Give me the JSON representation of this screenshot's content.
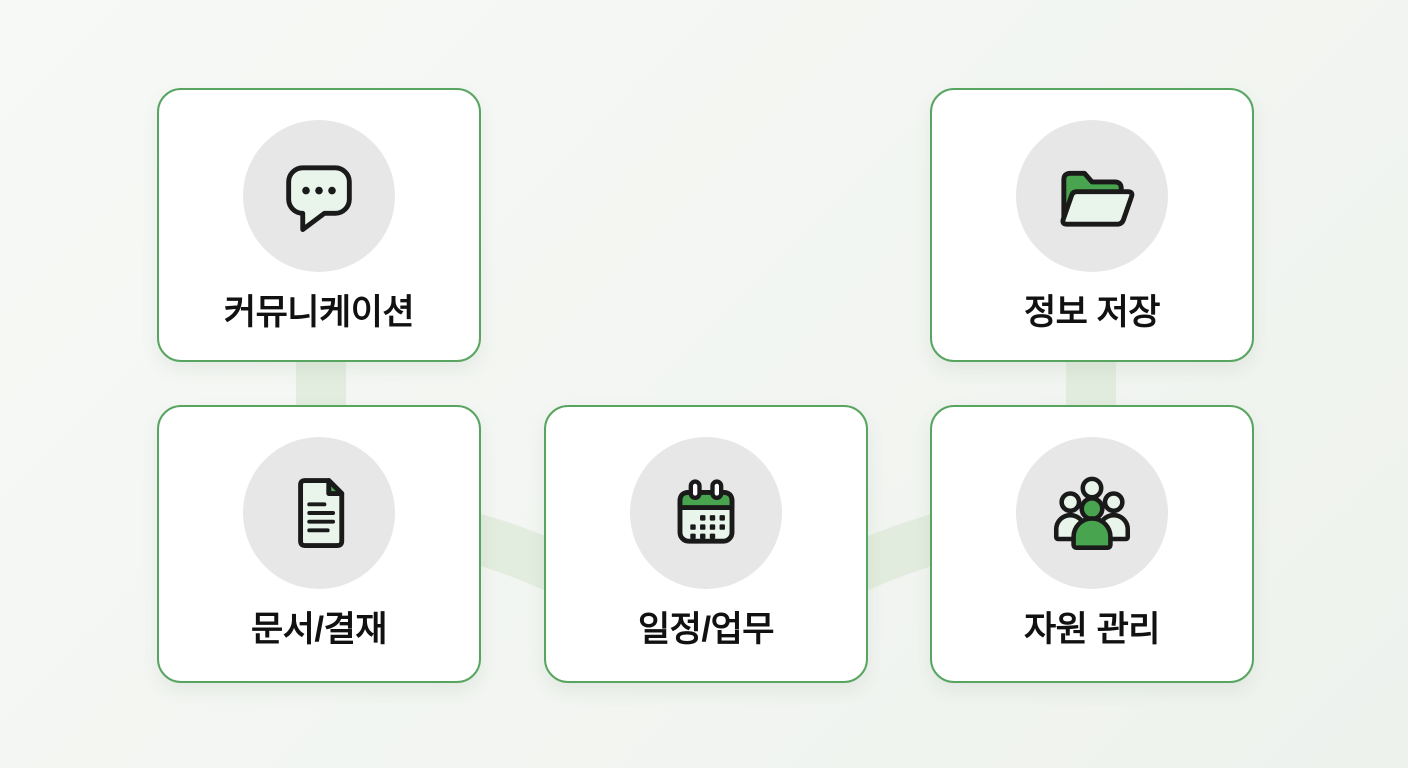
{
  "diagram": {
    "title": "groupware-features-diagram",
    "cards": [
      {
        "id": "communication",
        "label": "커뮤니케이션",
        "icon": "chat-bubble-icon",
        "position": "top-left"
      },
      {
        "id": "info-storage",
        "label": "정보 저장",
        "icon": "open-folder-icon",
        "position": "top-right"
      },
      {
        "id": "document-approval",
        "label": "문서/결재",
        "icon": "document-icon",
        "position": "bottom-left"
      },
      {
        "id": "schedule-tasks",
        "label": "일정/업무",
        "icon": "calendar-icon",
        "position": "bottom-middle"
      },
      {
        "id": "resource-management",
        "label": "자원 관리",
        "icon": "people-group-icon",
        "position": "bottom-right"
      }
    ],
    "connections": [
      {
        "from": "communication",
        "to": "document-approval"
      },
      {
        "from": "document-approval",
        "to": "schedule-tasks"
      },
      {
        "from": "schedule-tasks",
        "to": "resource-management"
      },
      {
        "from": "resource-management",
        "to": "info-storage"
      }
    ]
  },
  "colors": {
    "bg_top": "#f7f9f6",
    "bg_bottom": "#eef2ed",
    "card_bg": "#ffffff",
    "card_border": "#58a562",
    "icon_circle_bg": "#e6e7e6",
    "icon_light_fill": "#e9f4ea",
    "accent_green": "#48a44e",
    "outline": "#1a1a1a",
    "label": "#111111",
    "connector": "#dcead8"
  }
}
